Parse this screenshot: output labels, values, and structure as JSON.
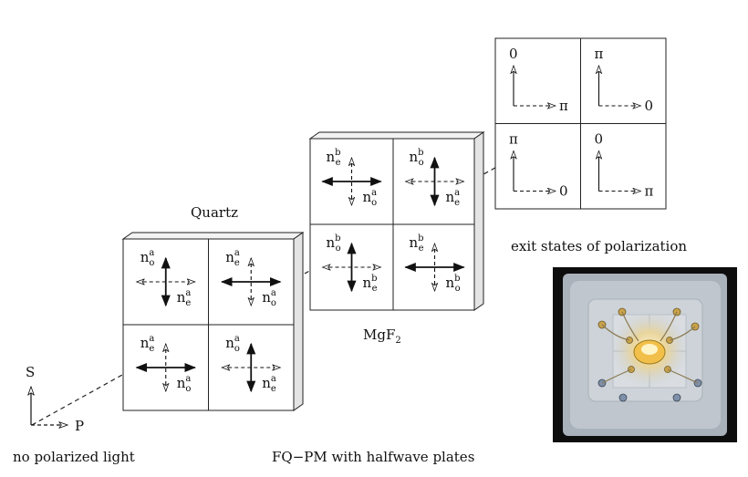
{
  "labels": {
    "quartz": "Quartz",
    "mgf2_base": "MgF",
    "mgf2_sub": "2",
    "exit_states": "exit states of polarization",
    "no_polarized": "no polarized light",
    "fq_pm": "FQ−PM with halfwave plates",
    "axis_s": "S",
    "axis_p": "P"
  },
  "quartz_cells": [
    {
      "top": {
        "b": "n",
        "s": "o",
        "p": "a"
      },
      "side": {
        "b": "n",
        "s": "e",
        "p": "a"
      },
      "vertical": "solid",
      "horizontal": "dashed"
    },
    {
      "top": {
        "b": "n",
        "s": "e",
        "p": "a"
      },
      "side": {
        "b": "n",
        "s": "o",
        "p": "a"
      },
      "vertical": "dashed",
      "horizontal": "solid"
    },
    {
      "top": {
        "b": "n",
        "s": "e",
        "p": "a"
      },
      "side": {
        "b": "n",
        "s": "o",
        "p": "a"
      },
      "vertical": "dashed",
      "horizontal": "solid"
    },
    {
      "top": {
        "b": "n",
        "s": "o",
        "p": "a"
      },
      "side": {
        "b": "n",
        "s": "e",
        "p": "a"
      },
      "vertical": "solid",
      "horizontal": "dashed"
    }
  ],
  "mgf2_cells": [
    {
      "top": {
        "b": "n",
        "s": "e",
        "p": "b"
      },
      "side": {
        "b": "n",
        "s": "o",
        "p": "a"
      },
      "vertical": "dashed",
      "horizontal": "solid"
    },
    {
      "top": {
        "b": "n",
        "s": "o",
        "p": "b"
      },
      "side": {
        "b": "n",
        "s": "e",
        "p": "a"
      },
      "vertical": "solid",
      "horizontal": "dashed"
    },
    {
      "top": {
        "b": "n",
        "s": "o",
        "p": "b"
      },
      "side": {
        "b": "n",
        "s": "e",
        "p": "b"
      },
      "vertical": "solid",
      "horizontal": "dashed"
    },
    {
      "top": {
        "b": "n",
        "s": "e",
        "p": "b"
      },
      "side": {
        "b": "n",
        "s": "o",
        "p": "b"
      },
      "vertical": "dashed",
      "horizontal": "solid"
    }
  ],
  "exit_cells": [
    {
      "top": "0",
      "right": "π"
    },
    {
      "top": "π",
      "right": "0"
    },
    {
      "top": "π",
      "right": "0"
    },
    {
      "top": "0",
      "right": "π"
    }
  ],
  "photo": {
    "description_icon": "device-photo"
  }
}
